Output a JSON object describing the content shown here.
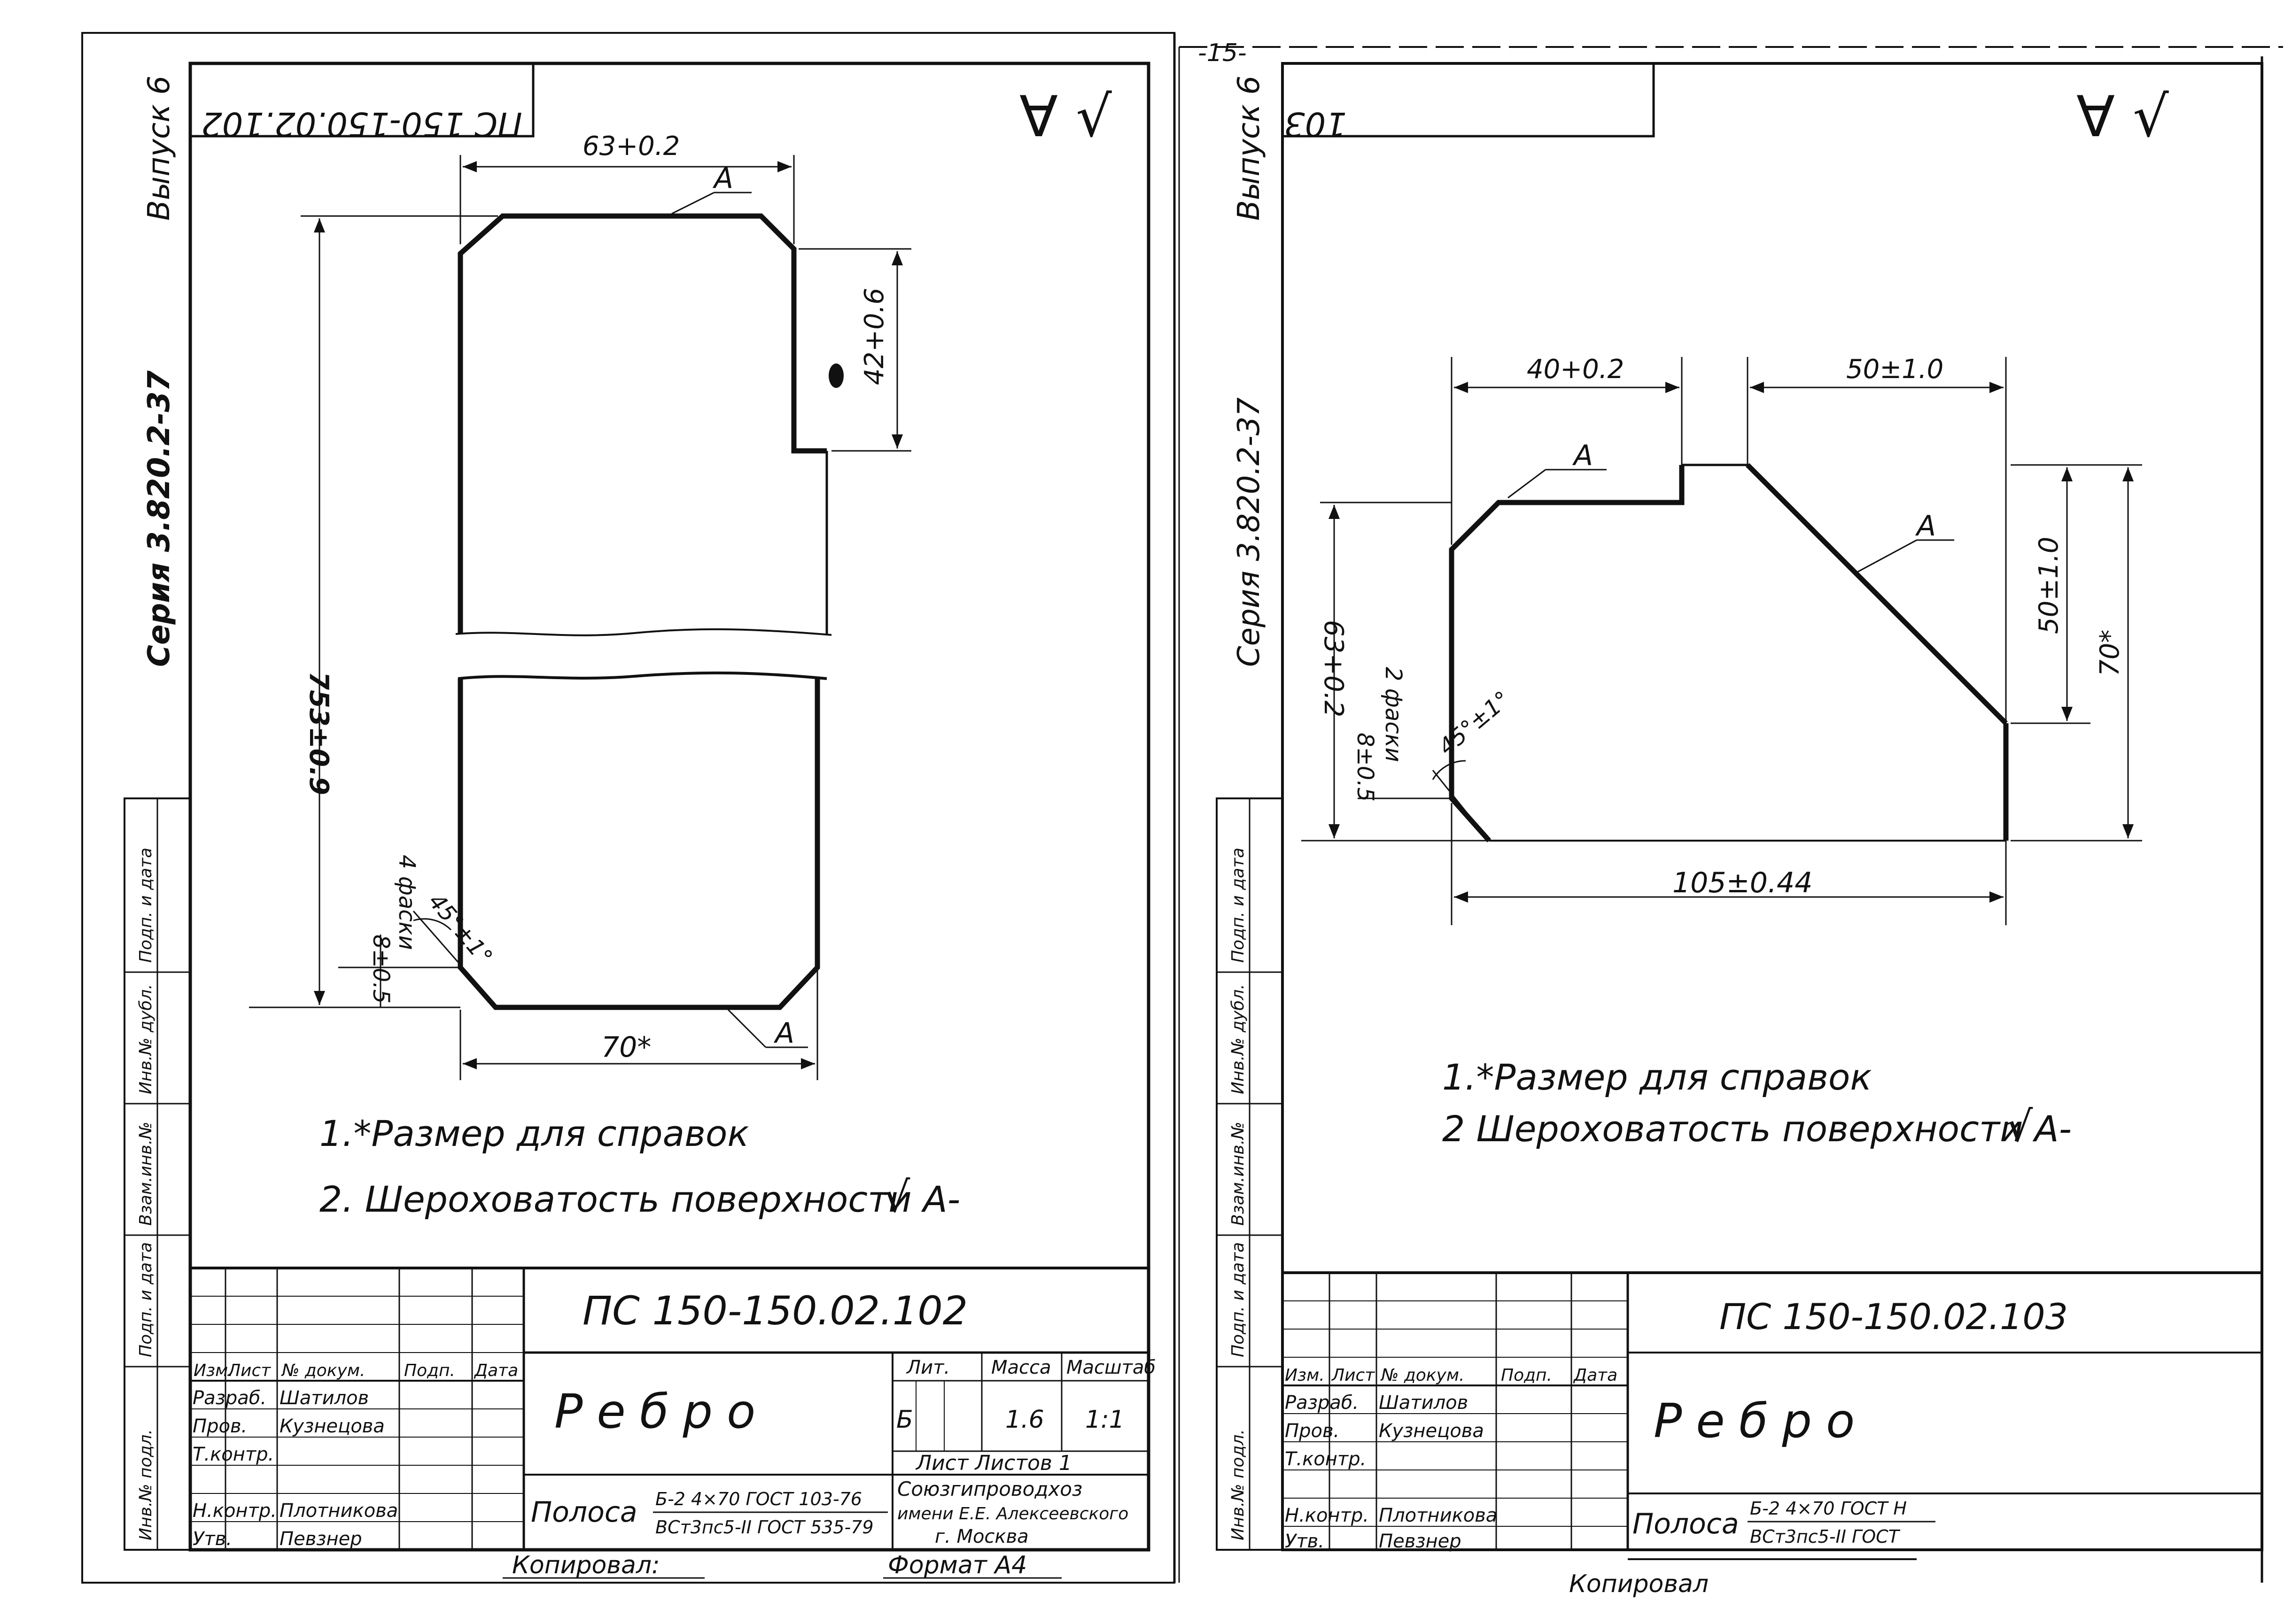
{
  "left_sheet": {
    "margin_issue": "Выпуск 6",
    "margin_series": "Серия 3.820.2-37",
    "corner_code": "ПС 150-150.02.102",
    "roughness_mark": "∀ √",
    "dim_top": "63+0.2",
    "dim_right": "42+0.6",
    "dim_left": "753±0.9",
    "dim_chamfer": "8±0.5",
    "chamfer_note": "4 фаски",
    "angle": "45°±1°",
    "dim_bottom": "70*",
    "label_a": "A",
    "note1": "1.*Размер для справок",
    "note2": "2. Шероховатость поверхности A-",
    "tb_code": "ПС 150-150.02.102",
    "tb_name": "Ребро",
    "tb_headers": [
      "Изм.",
      "Лист",
      "№ докум.",
      "Подп.",
      "Дата"
    ],
    "tb_rows": [
      [
        "Разраб.",
        "Шатилов"
      ],
      [
        "Пров.",
        "Кузнецова"
      ],
      [
        "Т.контр.",
        ""
      ],
      [
        "Н.контр.",
        "Плотникова"
      ],
      [
        "Утв.",
        "Певзнер"
      ]
    ],
    "lit_headers": [
      "Лит.",
      "Масса",
      "Масштаб"
    ],
    "lit_values": [
      "Б",
      "1.6",
      "1:1"
    ],
    "sheet_info": "Лист   Листов 1",
    "org_line1": "Союзгипроводхоз",
    "org_line2": "имени Е.Е. Алексеевского",
    "org_line3": "г. Москва",
    "material_word": "Полоса",
    "material_top": "Б-2 4×70 ГОСТ 103-76",
    "material_bottom": "ВСт3пс5-II ГОСТ 535-79",
    "copied": "Копировал:",
    "format": "Формат А4",
    "margin_labels": [
      "Инв.№ подл.",
      "Подп. и дата",
      "Взам.инв.№",
      "Инв.№ дубл.",
      "Подп. и дата"
    ]
  },
  "right_sheet": {
    "page_number": "-15-",
    "margin_issue": "Выпуск 6",
    "margin_series": "Серия 3.820.2-37",
    "corner_code": "103",
    "roughness_mark": "∀ √",
    "dim_top_left": "40+0.2",
    "dim_top_right": "50±1.0",
    "dim_right_inner": "50±1.0",
    "dim_right_outer": "70*",
    "dim_left": "63+0.2",
    "dim_chamfer": "8±0.5",
    "chamfer_note": "2 фаски",
    "angle": "45°±1°",
    "dim_bottom": "105±0.44",
    "label_a": "A",
    "note1": "1.*Размер для справок",
    "note2": "2 Шероховатость поверхности A-",
    "tb_code": "ПС 150-150.02.103",
    "tb_name": "Ребро",
    "tb_headers": [
      "Изм.",
      "Лист",
      "№ докум.",
      "Подп.",
      "Дата"
    ],
    "tb_rows": [
      [
        "Разраб.",
        "Шатилов"
      ],
      [
        "Пров.",
        "Кузнецова"
      ],
      [
        "Т.контр.",
        ""
      ],
      [
        "Н.контр.",
        "Плотникова"
      ],
      [
        "Утв.",
        "Певзнер"
      ]
    ],
    "material_word": "Полоса",
    "material_top": "Б-2 4×70 ГОСТ Н",
    "material_bottom": "ВСт3пс5-II ГОСТ",
    "copied": "Копировал",
    "margin_labels": [
      "Инв.№ подл.",
      "Подп. и дата",
      "Взам.инв.№",
      "Инв.№ дубл.",
      "Подп. и дата"
    ]
  }
}
